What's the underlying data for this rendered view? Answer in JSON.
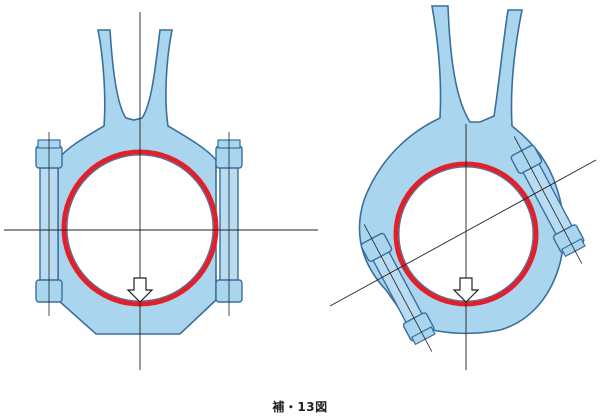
{
  "figure": {
    "caption": "補・13図",
    "colors": {
      "body_fill": "#a9d5ee",
      "outline": "#3a6f9c",
      "bearing_ring": "#e0202a",
      "centerline": "#222222",
      "bolt_fill": "#b9dcf2"
    },
    "panels": [
      {
        "name": "connecting-rod-straight-split",
        "split": "horizontal"
      },
      {
        "name": "connecting-rod-angled-split",
        "split": "oblique"
      }
    ]
  }
}
